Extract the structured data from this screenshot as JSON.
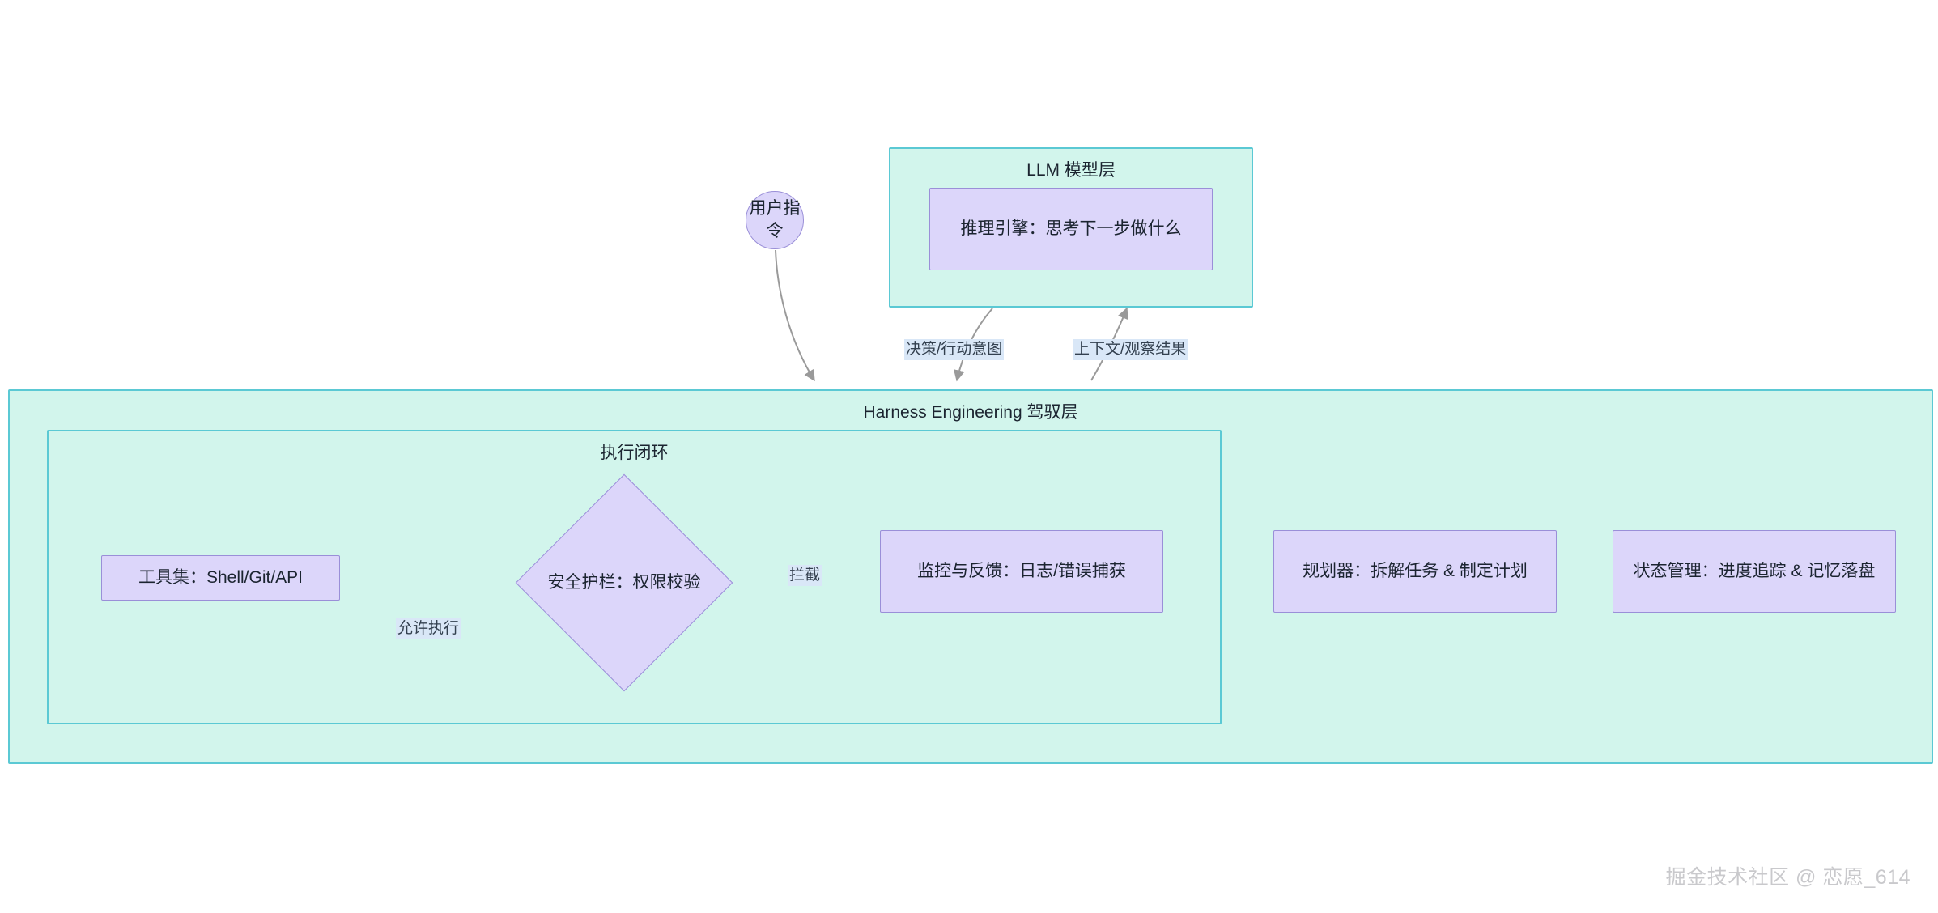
{
  "diagram": {
    "type": "flowchart",
    "title": "Harness Engineering Agent Architecture"
  },
  "clusters": [
    {
      "id": "llm-layer",
      "title": "LLM 模型层"
    },
    {
      "id": "harness-layer",
      "title": "Harness Engineering 驾驭层"
    },
    {
      "id": "execution-loop",
      "title": "执行闭环"
    }
  ],
  "nodes": [
    {
      "id": "user-instruction",
      "label": "用户指令",
      "shape": "circle"
    },
    {
      "id": "reasoning-engine",
      "label": "推理引擎：思考下一步做什么",
      "shape": "rect"
    },
    {
      "id": "toolset",
      "label": "工具集：Shell/Git/API",
      "shape": "rect"
    },
    {
      "id": "guardrail",
      "label": "安全护栏：权限校验",
      "shape": "diamond"
    },
    {
      "id": "monitoring",
      "label": "监控与反馈：日志/错误捕获",
      "shape": "rect"
    },
    {
      "id": "planner",
      "label": "规划器：拆解任务 & 制定计划",
      "shape": "rect"
    },
    {
      "id": "state-management",
      "label": "状态管理：进度追踪 & 记忆落盘",
      "shape": "rect"
    }
  ],
  "edges": [
    {
      "id": "user-to-harness",
      "from": "user-instruction",
      "to": "harness-layer",
      "label": "",
      "style": "solid"
    },
    {
      "id": "llm-to-harness",
      "from": "llm-layer",
      "to": "harness-layer",
      "label": "决策/行动意图",
      "style": "solid"
    },
    {
      "id": "harness-to-llm",
      "from": "harness-layer",
      "to": "llm-layer",
      "label": "上下文/观察结果",
      "style": "solid"
    },
    {
      "id": "tools-to-guardrail",
      "from": "toolset",
      "to": "guardrail",
      "label": "",
      "style": "dotted"
    },
    {
      "id": "guardrail-to-tools",
      "from": "guardrail",
      "to": "toolset",
      "label": "允许执行",
      "style": "solid"
    },
    {
      "id": "guardrail-to-monitoring",
      "from": "guardrail",
      "to": "monitoring",
      "label": "拦截",
      "style": "solid"
    }
  ],
  "colors": {
    "node_fill": "#dcd6fa",
    "node_stroke": "#9a8fd8",
    "cluster_fill": "#d2f5ec",
    "cluster_stroke": "#5bc9d4",
    "edge_stroke": "#9a9a9a",
    "edge_label_bg": "#d9e7f7",
    "text": "#1b2430",
    "watermark": "#c9c9cc",
    "background": "#ffffff"
  },
  "watermark": {
    "text": "掘金技术社区 @ 恋愿_614"
  }
}
